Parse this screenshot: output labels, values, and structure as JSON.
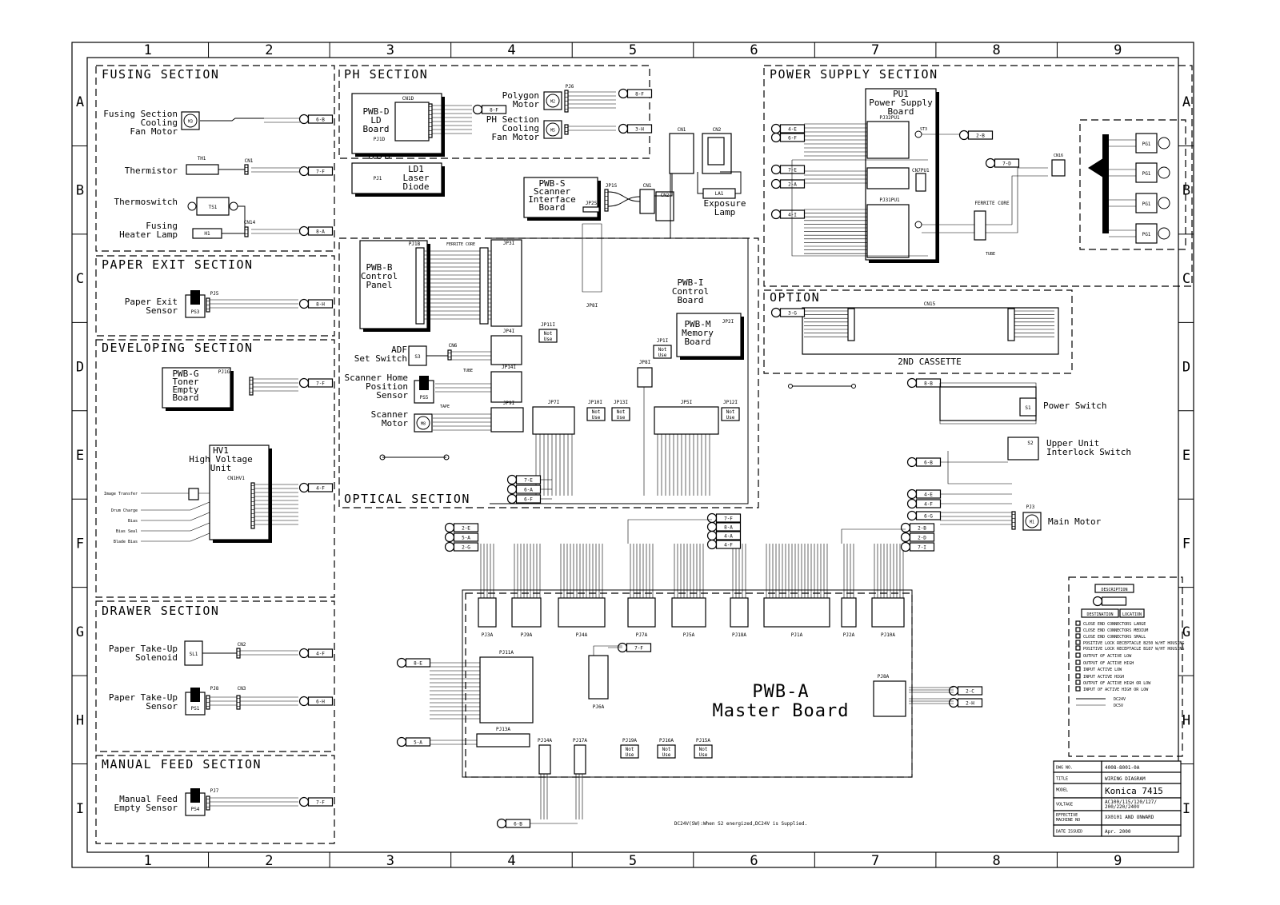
{
  "frame": {
    "columns": [
      "1",
      "2",
      "3",
      "4",
      "5",
      "6",
      "7",
      "8",
      "9"
    ],
    "rows": [
      "A",
      "B",
      "C",
      "D",
      "E",
      "F",
      "G",
      "H",
      "I"
    ]
  },
  "sections": [
    {
      "id": "fusing",
      "title": "FUSING SECTION"
    },
    {
      "id": "paper_exit",
      "title": "PAPER EXIT SECTION"
    },
    {
      "id": "developing",
      "title": "DEVELOPING SECTION"
    },
    {
      "id": "drawer",
      "title": "DRAWER SECTION"
    },
    {
      "id": "manual_feed",
      "title": "MANUAL FEED SECTION"
    },
    {
      "id": "ph",
      "title": "PH SECTION"
    },
    {
      "id": "power_supply",
      "title": "POWER SUPPLY SECTION"
    },
    {
      "id": "option",
      "title": "OPTION"
    },
    {
      "id": "optical",
      "title": "OPTICAL SECTION"
    }
  ],
  "components": {
    "fusing_fan": {
      "label": "Fusing Section\nCooling\nFan Motor",
      "code": "M3",
      "dest": "6-B"
    },
    "thermistor": {
      "label": "Thermistor",
      "code": "TH1",
      "conn": "CN1",
      "dest": "7-F"
    },
    "thermoswitch": {
      "label": "Thermoswitch",
      "code": "TS1"
    },
    "heater_lamp": {
      "label": "Fusing\nHeater Lamp",
      "code": "H1",
      "conn": "CN14",
      "dest": "8-A"
    },
    "paper_exit_sensor": {
      "label": "Paper Exit\nSensor",
      "code": "PS3",
      "conn": "PJ5",
      "dest": "8-H"
    },
    "toner_board": {
      "label": "PWB-G\nToner\nEmpty\nBoard",
      "conn": "PJ1G",
      "dest": "7-F"
    },
    "hv_unit": {
      "label": "HV1\nHigh Voltage\nUnit",
      "conn": "CN1HV1",
      "dest": "4-F"
    },
    "hv_outputs": [
      "Image Transfer",
      "Drum Charge",
      "Bias",
      "Bias Seal",
      "Blade Bias"
    ],
    "takeup_solenoid": {
      "label": "Paper Take-Up\nSolenoid",
      "code": "SL1",
      "conn": "CN2",
      "dest": "4-F"
    },
    "takeup_sensor": {
      "label": "Paper Take-Up\nSensor",
      "code": "PS1",
      "conn": "PJ8",
      "conn2": "CN3",
      "dest": "6-H"
    },
    "manual_feed_sensor": {
      "label": "Manual Feed\nEmpty Sensor",
      "code": "PS4",
      "conn": "PJ7",
      "dest": "7-F"
    },
    "ld_board": {
      "label": "PWB-D\nLD\nBoard",
      "conn": "PJ1D",
      "conn2": "CN1D"
    },
    "laser_diode": {
      "label": "LD1\nLaser\nDiode",
      "conn": "PJ1"
    },
    "polygon_motor": {
      "label": "Polygon\nMotor",
      "code": "M2",
      "conn": "PJ6",
      "dest": "8-F"
    },
    "ph_fan": {
      "label": "PH Section\nCooling\nFan Motor",
      "code": "M5",
      "dest": "3-H"
    },
    "scanner_if_board": {
      "label": "PWB-S\nScanner\nInterface\nBoard",
      "conn": "JP1S",
      "conn2": "JP2S"
    },
    "exposure_lamp": {
      "label": "Exposure\nLamp",
      "code": "LA1",
      "conn": "CN1",
      "conn2": "CN2"
    },
    "control_panel": {
      "label": "PWB-B\nControl\nPanel",
      "conn": "PJ1B",
      "note": "FERRITE CORE"
    },
    "control_board": {
      "label": "PWB-I\nControl\nBoard"
    },
    "memory_board": {
      "label": "PWB-M\nMemory\nBoard",
      "conn": "JP2I"
    },
    "adf_switch": {
      "label": "ADF\nSet Switch",
      "code": "S3",
      "conn": "CN6"
    },
    "scanner_home": {
      "label": "Scanner Home\nPosition\nSensor",
      "code": "PS5",
      "note": "TUBE"
    },
    "scanner_motor": {
      "label": "Scanner\nMotor",
      "code": "M8",
      "note": "TAPE"
    },
    "power_supply_board": {
      "label": "PU1\nPower Supply\nBoard",
      "conn": "PJ32PU1",
      "conn2": "PJ31PU1",
      "conn3": "CN7PU1",
      "note": "FERRITE CORE",
      "tube": "TUBE"
    },
    "power_switch": {
      "label": "Power Switch",
      "code": "S1"
    },
    "interlock_switch": {
      "label": "Upper Unit\nInterlock Switch",
      "code": "S2"
    },
    "main_motor": {
      "label": "Main Motor",
      "code": "M1",
      "conn": "PJ3"
    },
    "second_cassette": {
      "label": "2ND CASSETTE",
      "conn": "CN15"
    },
    "master_board": {
      "label": "PWB-A\nMaster Board"
    },
    "plug": {
      "code": "PG1",
      "conn": "CN16"
    }
  },
  "control_board_connectors": [
    "JP3I",
    "JP4I",
    "JP14I",
    "JP9I",
    "JP7I",
    "JP10I",
    "JP13I",
    "JP5I",
    "JP12I",
    "JP1I",
    "JP11I",
    "JP8I"
  ],
  "not_use": "Not\nUse",
  "master_connectors": [
    "PJ3A",
    "PJ9A",
    "PJ4A",
    "PJ7A",
    "PJ5A",
    "PJ18A",
    "PJ1A",
    "PJ2A",
    "PJ10A",
    "PJ11A",
    "PJ6A",
    "PJ13A",
    "PJ14A",
    "PJ17A",
    "PJ19A",
    "PJ16A",
    "PJ15A",
    "PJ8A"
  ],
  "crossrefs": {
    "optical_out": [
      "7-E",
      "6-A",
      "6-F"
    ],
    "master_top_left": [
      "2-E",
      "5-A",
      "2-G"
    ],
    "master_top_right": [
      "7-F",
      "8-A",
      "4-A",
      "4-F"
    ],
    "master_right": [
      "2-B",
      "2-D",
      "7-I"
    ],
    "master_left": "8-E",
    "master_pj6a": "7-F",
    "master_pj13a": "5-A",
    "master_bottom": "6-B",
    "master_pj8a": [
      "2-C",
      "2-H"
    ],
    "psu_left": [
      "4-E",
      "6-F",
      "7-E",
      "2-A",
      "4-I"
    ],
    "psu_st3": "2-B",
    "psu_cn16": "7-D",
    "option_in": "3-G",
    "power_switch_in": "8-B",
    "interlock_in": "6-B",
    "right_mid": [
      "4-E",
      "4-F"
    ],
    "main_motor_in": "6-G"
  },
  "legend": {
    "title": "DESCRIPTION",
    "destination": "DESTINATION",
    "location": "LOCATION",
    "items": [
      "CLOSE END CONNECTORS LARGE",
      "CLOSE END CONNECTORS MEDIUM",
      "CLOSE END CONNECTORS SMALL",
      "POSITIVE LOCK RECEPTACLE B250 W/HT HOUSING",
      "POSITIVE LOCK RECEPTACLE B187 W/HT HOUSING",
      "OUTPUT OF ACTIVE LOW",
      "OUTPUT OF ACTIVE HIGH",
      "INPUT ACTIVE LOW",
      "INPUT ACTIVE HIGH",
      "OUTPUT OF ACTIVE HIGH OR LOW",
      "INPUT OF ACTIVE HIGH OR LOW",
      "DC24V",
      "DC5V"
    ]
  },
  "title_block": {
    "rows": [
      [
        "DWG NO.",
        "4008-8001-0A"
      ],
      [
        "TITLE",
        "WIRING DIAGRAM"
      ],
      [
        "MODEL",
        "Konica 7415"
      ],
      [
        "VOLTAGE",
        "AC100/115/120/127/\n200/220/240V"
      ],
      [
        "EFFECTIVE\nMACHINE NO",
        "XX0101 AND ONWARD"
      ],
      [
        "DATE ISSUED",
        "Apr. 2000"
      ]
    ]
  },
  "footnote": "DC24V(SW):When S2 energized,DC24V is Supplied."
}
